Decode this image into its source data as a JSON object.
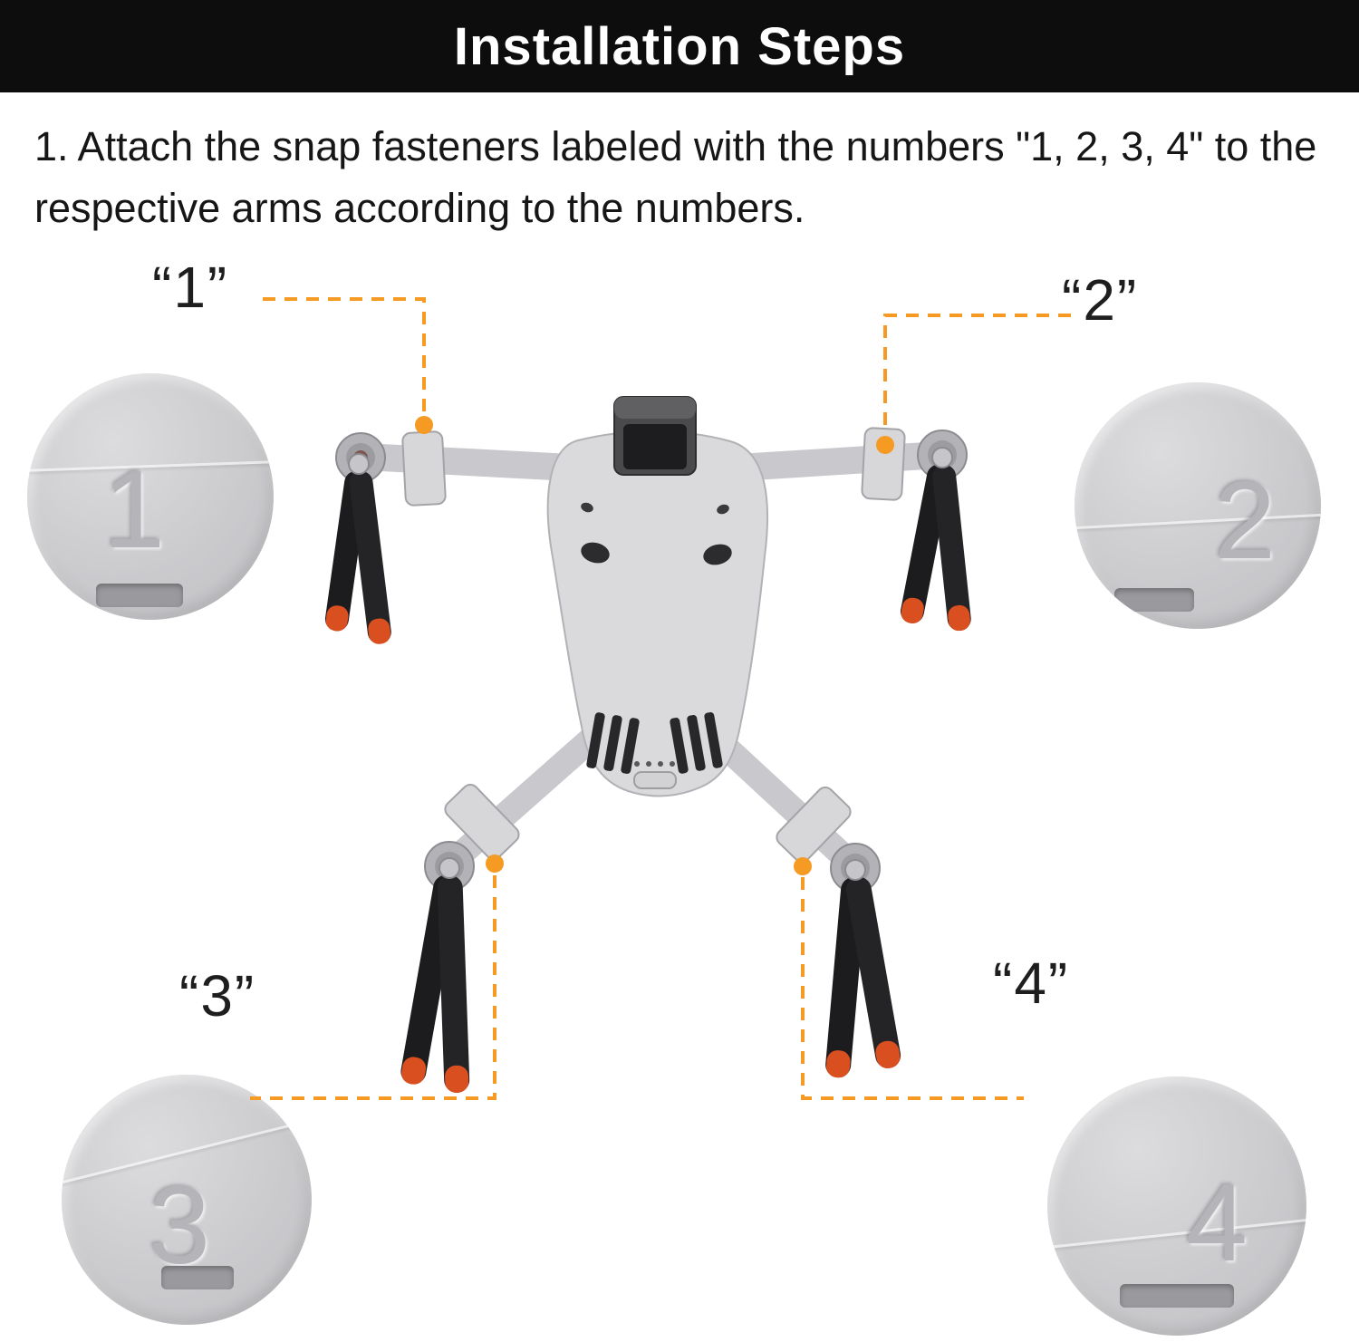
{
  "header": {
    "title": "Installation Steps"
  },
  "instruction": {
    "text": "1. Attach the snap fasteners labeled with the numbers \"1, 2, 3, 4\" to the respective arms according to the numbers."
  },
  "callouts": [
    {
      "id": "1",
      "label": "“1”"
    },
    {
      "id": "2",
      "label": "“2”"
    },
    {
      "id": "3",
      "label": "“3”"
    },
    {
      "id": "4",
      "label": "“4”"
    }
  ],
  "circles": [
    {
      "number": "1"
    },
    {
      "number": "2"
    },
    {
      "number": "3"
    },
    {
      "number": "4"
    }
  ],
  "colors": {
    "accent_orange": "#F59A23",
    "propeller_tip": "#D94F20",
    "header_background": "#0D0D0D",
    "drone_body": "#DADADC"
  }
}
